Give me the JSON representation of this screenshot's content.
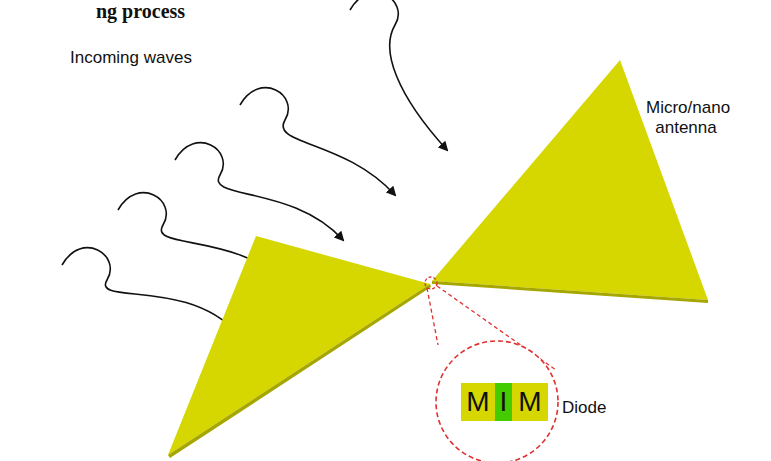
{
  "diagram": {
    "nodes": [
      {
        "text": [
          "M"
        ]
      },
      {
        "text": [
          "I"
        ]
      },
      {
        "text": [
          "M"
        ]
      }
    ],
    "labels": [
      "ng process",
      "Incoming waves",
      "Micro/nano antenna",
      "Diode"
    ]
  }
}
